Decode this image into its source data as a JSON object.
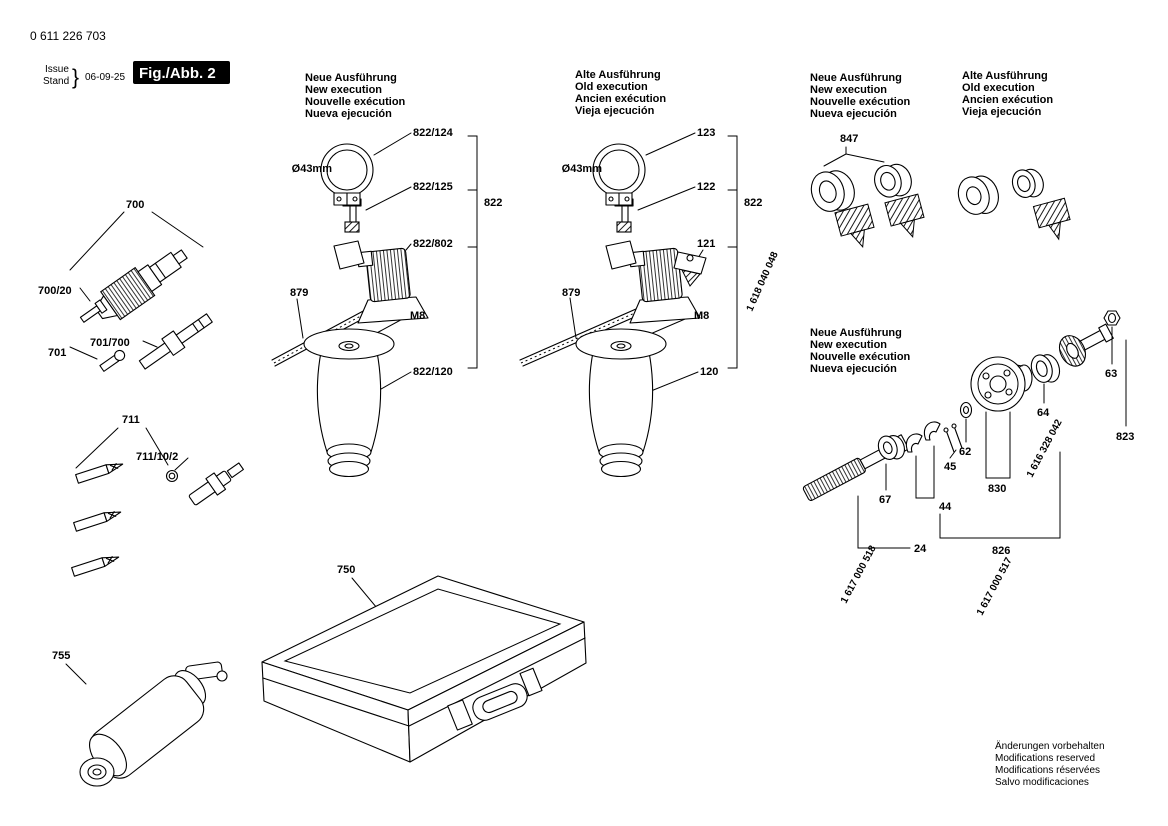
{
  "colors": {
    "ink": "#000000",
    "background": "#ffffff",
    "badge_bg": "#000000",
    "badge_text": "#ffffff"
  },
  "header": {
    "part_number": "0 611 226 703",
    "issue_label": "Issue",
    "stand_label": "Stand",
    "brace": "}",
    "issue_date": "06-09-25",
    "figure_label": "Fig./Abb. 2"
  },
  "legend": {
    "new": {
      "de": "Neue Ausführung",
      "en": "New execution",
      "fr": "Nouvelle exécution",
      "es": "Nueva ejecución"
    },
    "old": {
      "de": "Alte Ausführung",
      "en": "Old execution",
      "fr": "Ancien exécution",
      "es": "Vieja ejecución"
    }
  },
  "callouts": {
    "chuck": "700",
    "chuck_screw": "700/20",
    "spindle_part": "701",
    "adapter": "701/700",
    "bit_set": "711",
    "bit_holder": "711/10/2",
    "case": "750",
    "angle_head": "755",
    "aux_handle": "822",
    "clamp_band_new": "822/124",
    "clamp_bolt_new": "822/125",
    "clamp_bracket_new": "822/802",
    "threaded_rod": "879",
    "grip_new": "822/120",
    "clamp_band_old": "123",
    "clamp_bolt_old": "122",
    "clamp_bracket_old": "121",
    "grip_old": "120",
    "clamp_set_number_old": "1 618 040 048",
    "diameter_note": "Ø43mm",
    "thread_note": "M8",
    "brush_set": "847",
    "nut": "63",
    "bearing": "64",
    "washer": "62",
    "pin_set": "45",
    "clutch": "830",
    "drive_shaft": "67",
    "lever_set": "44",
    "service_set_24": "24",
    "pinion": "823",
    "gear_set": "826",
    "clutch_set_number": "1 616 328 042",
    "set_number_518": "1 617 000 518",
    "set_number_517": "1 617 000 517"
  },
  "footer": {
    "de": "Änderungen vorbehalten",
    "en": "Modifications reserved",
    "fr": "Modifications réservées",
    "es": "Salvo modificaciones"
  }
}
